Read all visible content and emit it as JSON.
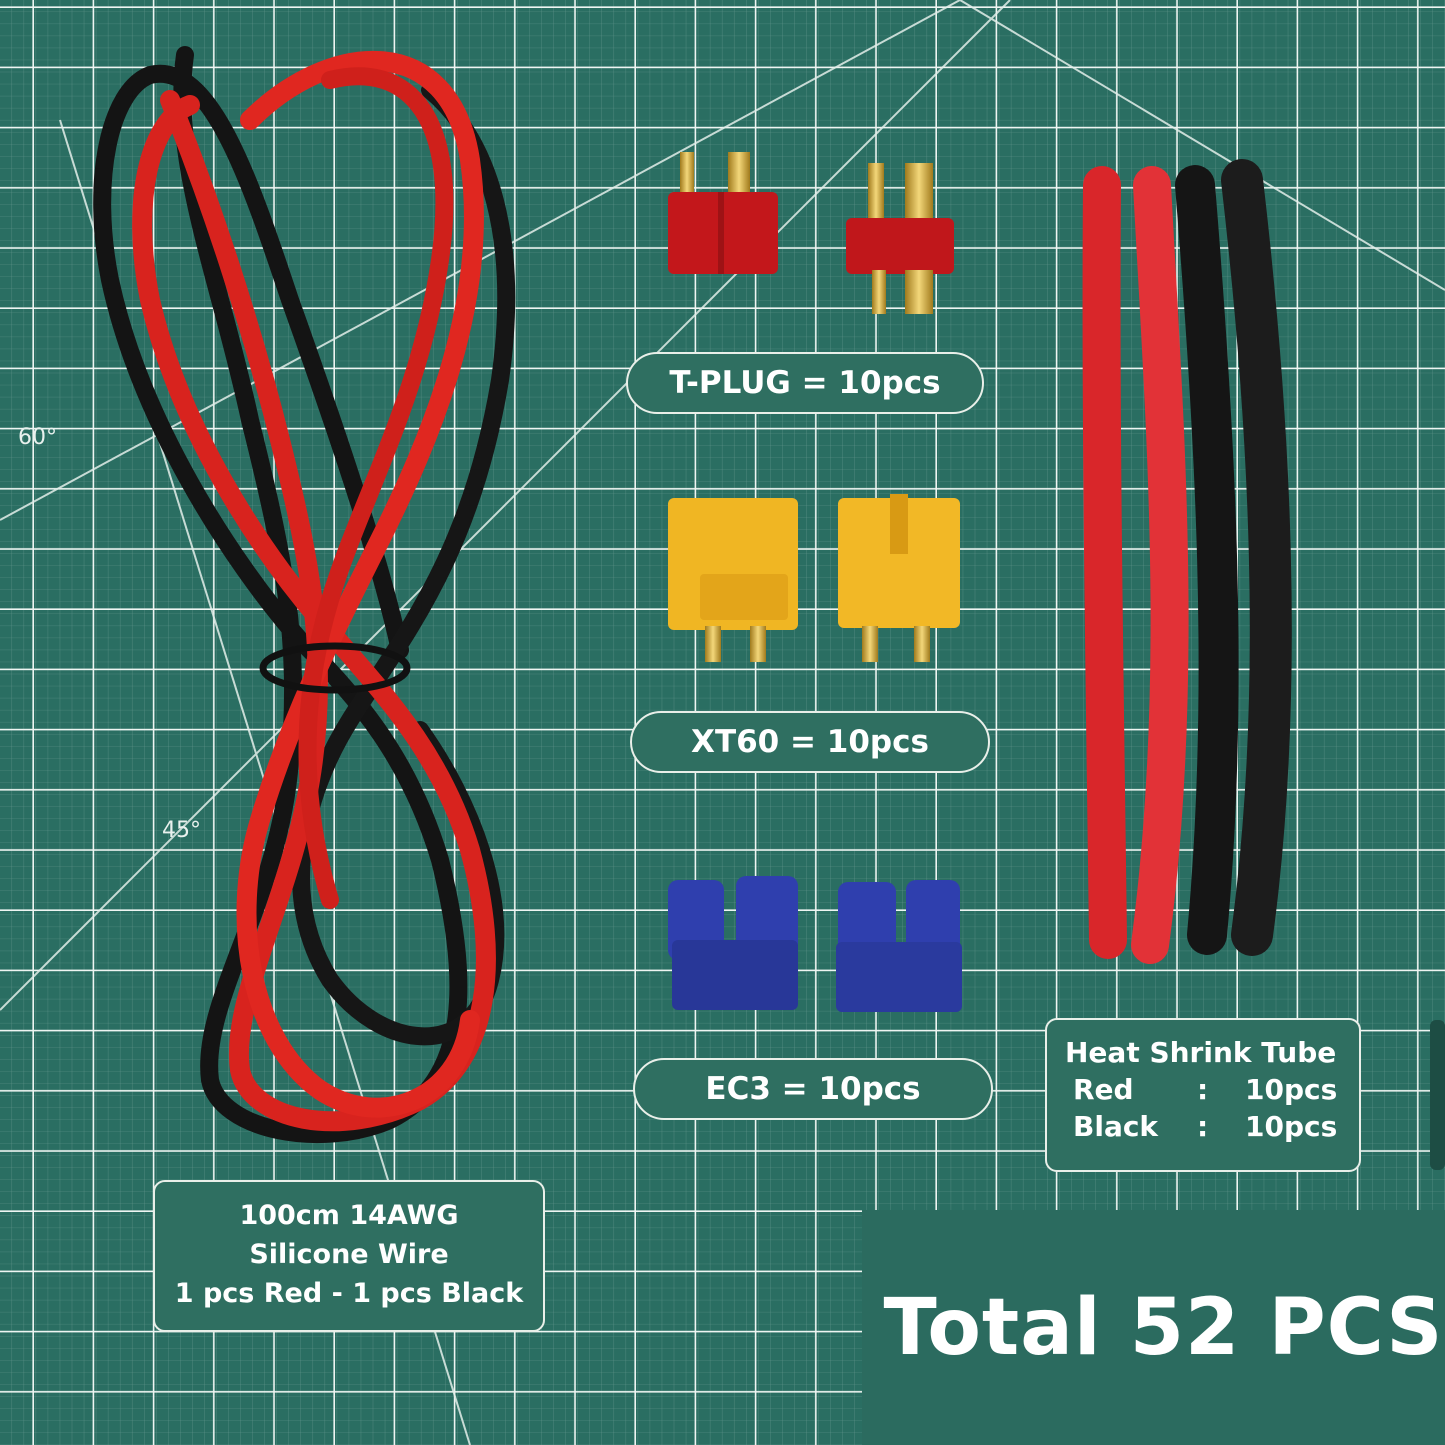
{
  "labels": {
    "tplug": "T-PLUG = 10pcs",
    "xt60": "XT60 = 10pcs",
    "ec3": "EC3 = 10pcs",
    "wire": [
      "100cm  14AWG",
      "Silicone Wire",
      "1 pcs Red - 1 pcs Black"
    ],
    "heat_shrink": {
      "title": "Heat Shrink Tube",
      "rows": [
        {
          "color": "Red",
          "sep": ":",
          "qty": "10pcs"
        },
        {
          "color": "Black",
          "sep": ":",
          "qty": "10pcs"
        }
      ]
    },
    "total": "Total 52 PCS"
  },
  "mat_marks": {
    "angle_60": "60°",
    "angle_45": "45°"
  },
  "colors": {
    "mat": "#2a6e62",
    "grid": "#e6efeb",
    "red_wire": "#d8221d",
    "black_wire": "#1a1a1a",
    "tplug": "#c4181c",
    "xt60": "#f2b826",
    "ec3": "#2a3aa8",
    "label_border": "#e9efe9"
  }
}
